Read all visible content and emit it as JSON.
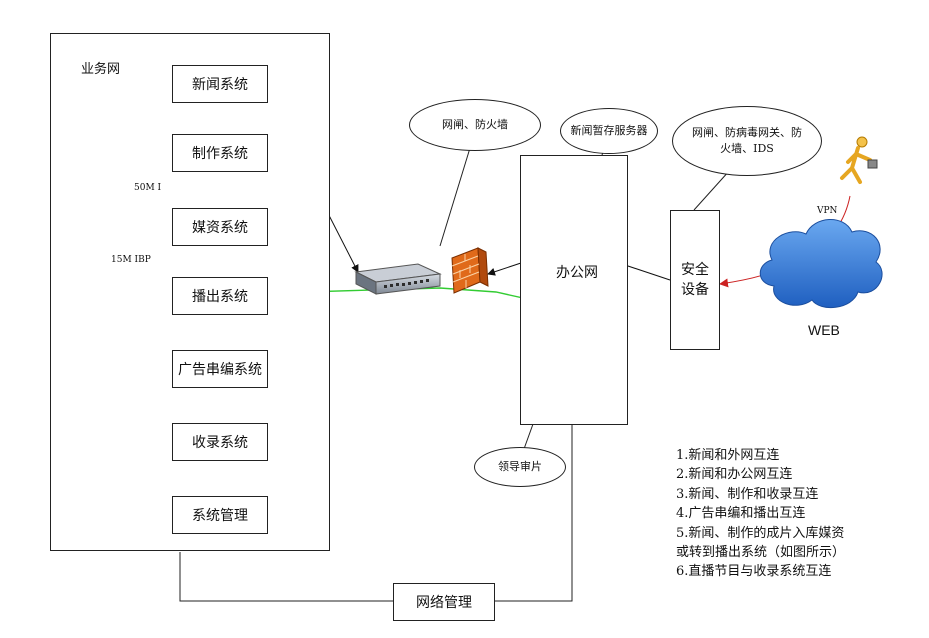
{
  "business_net": {
    "title": "业务网",
    "systems": [
      "新闻系统",
      "制作系统",
      "媒资系统",
      "播出系统",
      "广告串编系统",
      "收录系统",
      "系统管理"
    ],
    "link_50m": "50M I",
    "link_15m": "15M IBP"
  },
  "firewall_note": "网闸、防火墙",
  "office_net": {
    "label": "办公网"
  },
  "server_note": "新闻暂存服务器",
  "security_note_line1": "网闸、防病毒网关、防",
  "security_note_line2": "火墙、IDS",
  "security_device": {
    "line1": "安全",
    "line2": "设备"
  },
  "vpn_label": "VPN",
  "web_label": "WEB",
  "review_note": "领导审片",
  "network_mgmt": "网络管理",
  "notes": [
    "1.新闻和外网互连",
    "2.新闻和办公网互连",
    "3.新闻、制作和收录互连",
    "4.广告串编和播出互连",
    "5.新闻、制作的成片入库媒资",
    "或转到播出系统（如图所示）",
    "6.直播节目与收录系统互连"
  ],
  "colors": {
    "green_path": "#33cc33",
    "red_path": "#cc2222",
    "firewall": "#e06a1a",
    "cloud": "#3a7fd8"
  }
}
